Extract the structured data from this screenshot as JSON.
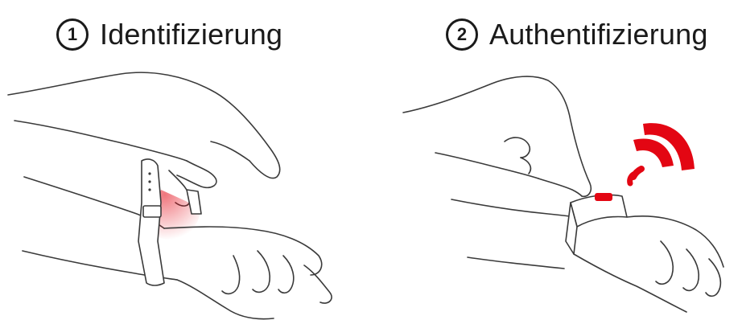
{
  "steps": [
    {
      "number": "1",
      "title": "Identifizierung"
    },
    {
      "number": "2",
      "title": "Authentifizierung"
    }
  ],
  "colors": {
    "accent": "#e30613",
    "line": "#3a3a3a",
    "text": "#1a1a1a"
  },
  "icons": [
    "wireless-signal-icon"
  ]
}
